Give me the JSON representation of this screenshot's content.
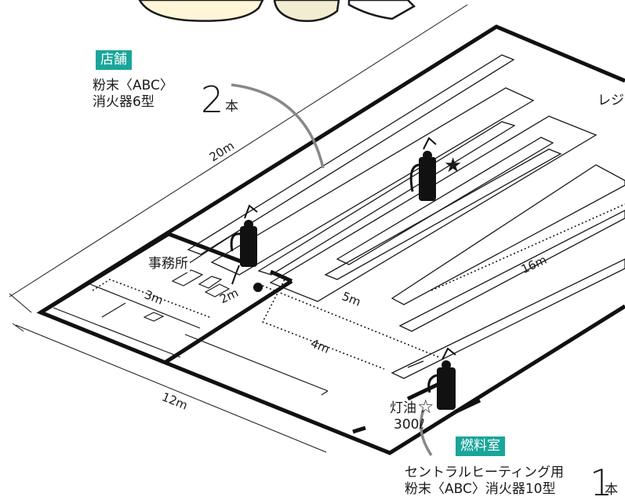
{
  "store": {
    "tag": "店舗",
    "line1": "粉末〈ABC〉",
    "line2": "消火器6型",
    "count": "2",
    "unit": "本"
  },
  "fuel_room": {
    "tag": "燃料室",
    "line1": "セントラルヒーティング用",
    "line2": "粉末〈ABC〉消火器10型",
    "count": "1",
    "unit": "本"
  },
  "office_label": "事務所",
  "register_label": "レジ",
  "kerosene": {
    "label": "灯油",
    "amount": "300ℓ"
  },
  "dimensions": {
    "d20": "20m",
    "d12": "12m",
    "d16": "16m",
    "d3": "3m",
    "d2": "2m",
    "d5": "5m",
    "d4": "4m"
  },
  "symbols": {
    "star_filled": "★",
    "star_outline": "☆"
  },
  "colors": {
    "tag_bg": "#1aa59a",
    "curve": "#888888",
    "sketch_fill": "#fff6d8"
  }
}
